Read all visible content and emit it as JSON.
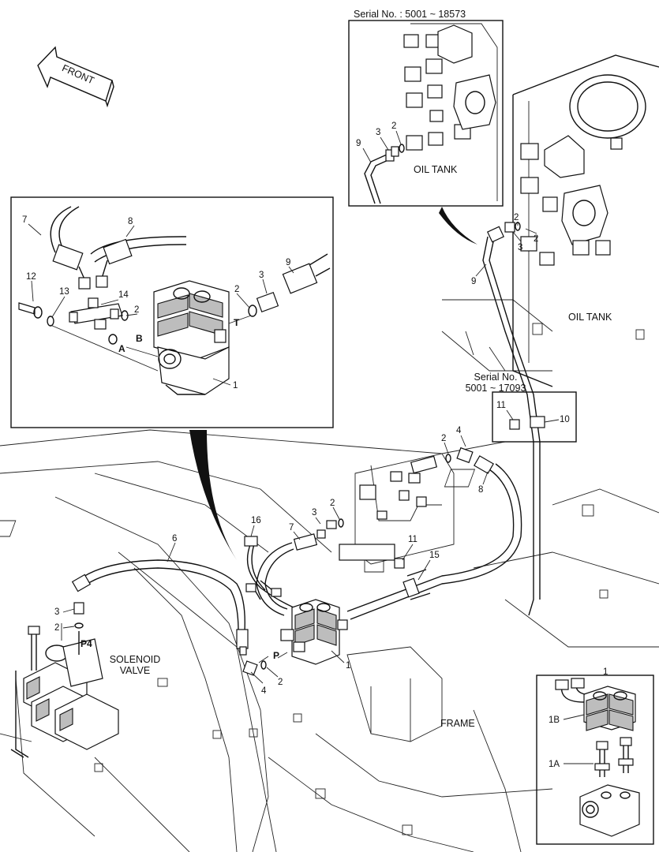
{
  "front_arrow": {
    "label": "FRONT"
  },
  "inset_top": {
    "serial": "Serial No. : 5001 ~ 18573",
    "tank": "OIL TANK"
  },
  "tank_label": "OIL TANK",
  "serial_clamp": {
    "line1": "Serial No.",
    "line2": "5001 ~ 17093"
  },
  "solenoid_label": {
    "line1": "SOLENOID",
    "line2": "VALVE"
  },
  "frame_label": "FRAME",
  "port_labels": {
    "T": "T",
    "A": "A",
    "B": "B",
    "P": "P",
    "P4": "P4"
  },
  "callouts": {
    "c1": "1",
    "c1A": "1A",
    "c1B": "1B",
    "c2": "2",
    "c3": "3",
    "c4": "4",
    "c6": "6",
    "c7": "7",
    "c8": "8",
    "c9": "9",
    "c10": "10",
    "c11": "11",
    "c12": "12",
    "c13": "13",
    "c14": "14",
    "c15": "15",
    "c16": "16"
  },
  "colors": {
    "line": "#111111",
    "shade": "#bdbdbd",
    "background": "#ffffff"
  }
}
